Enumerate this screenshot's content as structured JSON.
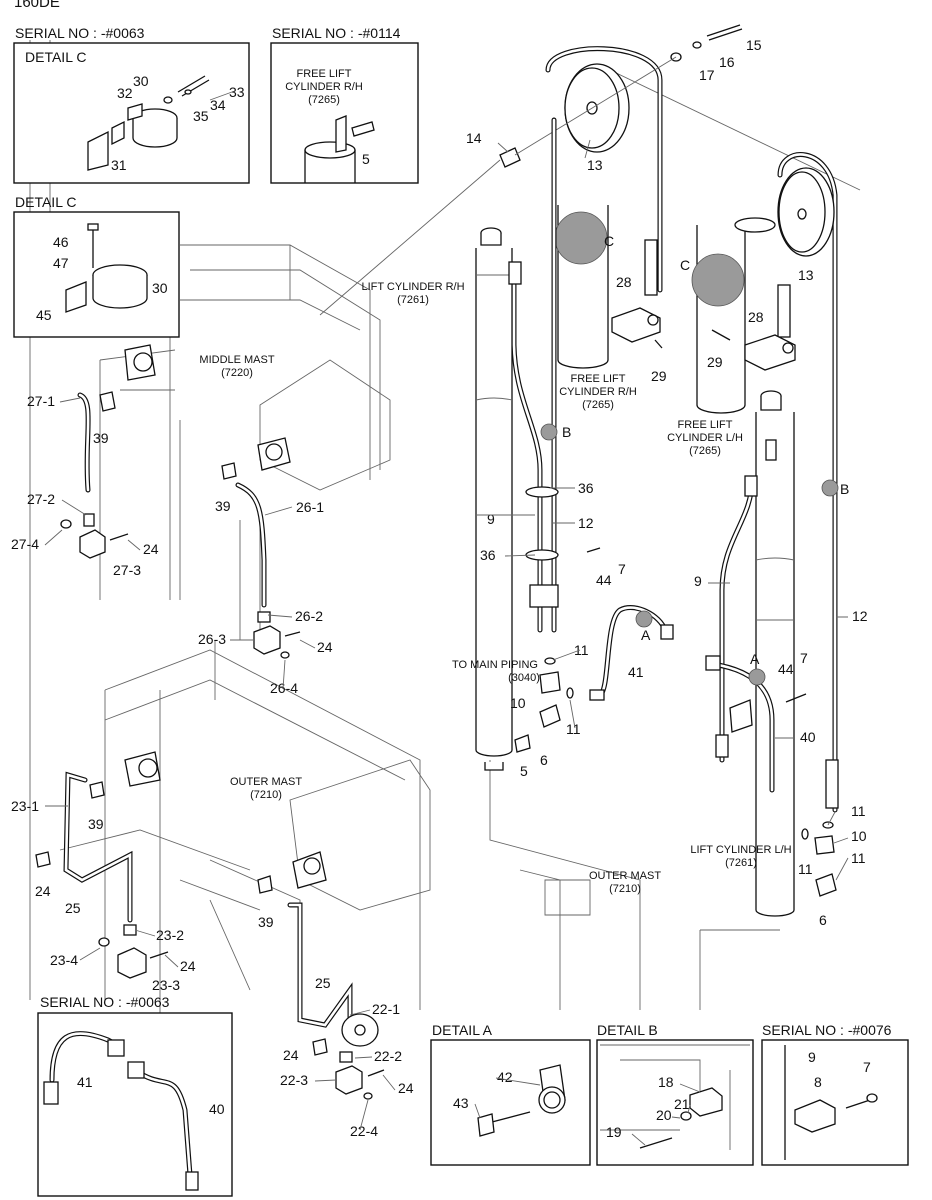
{
  "model_label": "160DE",
  "serials": {
    "s0063_top": "SERIAL NO : -#0063",
    "s0114": "SERIAL NO : -#0114",
    "s0063_bottom": "SERIAL NO : -#0063",
    "s0076": "SERIAL NO : -#0076"
  },
  "details": {
    "c_inner": "DETAIL C",
    "c_outer": "DETAIL C",
    "a": "DETAIL A",
    "b": "DETAIL B"
  },
  "callouts": {
    "dc": "C",
    "dc2": "C",
    "db": "B",
    "db2": "B",
    "da": "A",
    "da2": "A"
  },
  "components": {
    "free_lift_rh_inset": [
      "FREE LIFT",
      "CYLINDER R/H",
      "(7265)"
    ],
    "lift_rh": [
      "LIFT CYLINDER R/H",
      "(7261)"
    ],
    "middle_mast": [
      "MIDDLE MAST",
      "(7220)"
    ],
    "free_lift_rh": [
      "FREE LIFT",
      "CYLINDER R/H",
      "(7265)"
    ],
    "free_lift_lh": [
      "FREE LIFT",
      "CYLINDER L/H",
      "(7265)"
    ],
    "to_main": [
      "TO MAIN PIPING",
      "(3040)"
    ],
    "outer_mast_left": [
      "OUTER MAST",
      "(7210)"
    ],
    "outer_mast_right": [
      "OUTER MAST",
      "(7210)"
    ],
    "lift_lh": [
      "LIFT CYLINDER L/H",
      "(7261)"
    ]
  },
  "parts": {
    "p30": "30",
    "p32": "32",
    "p31": "31",
    "p33": "33",
    "p34": "34",
    "p35": "35",
    "p5_inset": "5",
    "p15": "15",
    "p16": "16",
    "p17": "17",
    "p14": "14",
    "p13a": "13",
    "p13b": "13",
    "p46": "46",
    "p47": "47",
    "p30b": "30",
    "p45": "45",
    "p27_1": "27-1",
    "p39a": "39",
    "p27_2": "27-2",
    "p27_4": "27-4",
    "p27_3": "27-3",
    "p24a": "24",
    "p39b": "39",
    "p26_1": "26-1",
    "p26_2": "26-2",
    "p26_3": "26-3",
    "p24b": "24",
    "p26_4": "26-4",
    "p28a": "28",
    "p29a": "29",
    "p28b": "28",
    "p29b": "29",
    "p36a": "36",
    "p9a": "9",
    "p12a": "12",
    "p36b": "36",
    "p7a": "7",
    "p44a": "44",
    "p11a": "11",
    "p10a": "10",
    "p11b": "11",
    "p41": "41",
    "p5b": "5",
    "p6a": "6",
    "p9b": "9",
    "p12b": "12",
    "p44b": "44",
    "p7b": "7",
    "p40": "40",
    "p11c": "11",
    "p10b": "10",
    "p11d": "11",
    "p11e": "11",
    "p6b": "6",
    "p23_1": "23-1",
    "p39c": "39",
    "p24c": "24",
    "p25a": "25",
    "p23_2": "23-2",
    "p23_4": "23-4",
    "p24d": "24",
    "p23_3": "23-3",
    "p39d": "39",
    "p25b": "25",
    "p22_1": "22-1",
    "p24e": "24",
    "p22_2": "22-2",
    "p22_3": "22-3",
    "p24f": "24",
    "p22_4": "22-4",
    "p41b": "41",
    "p40b": "40",
    "p42": "42",
    "p43": "43",
    "p18": "18",
    "p21": "21",
    "p20": "20",
    "p19": "19",
    "p9c": "9",
    "p7c": "7",
    "p8": "8"
  }
}
